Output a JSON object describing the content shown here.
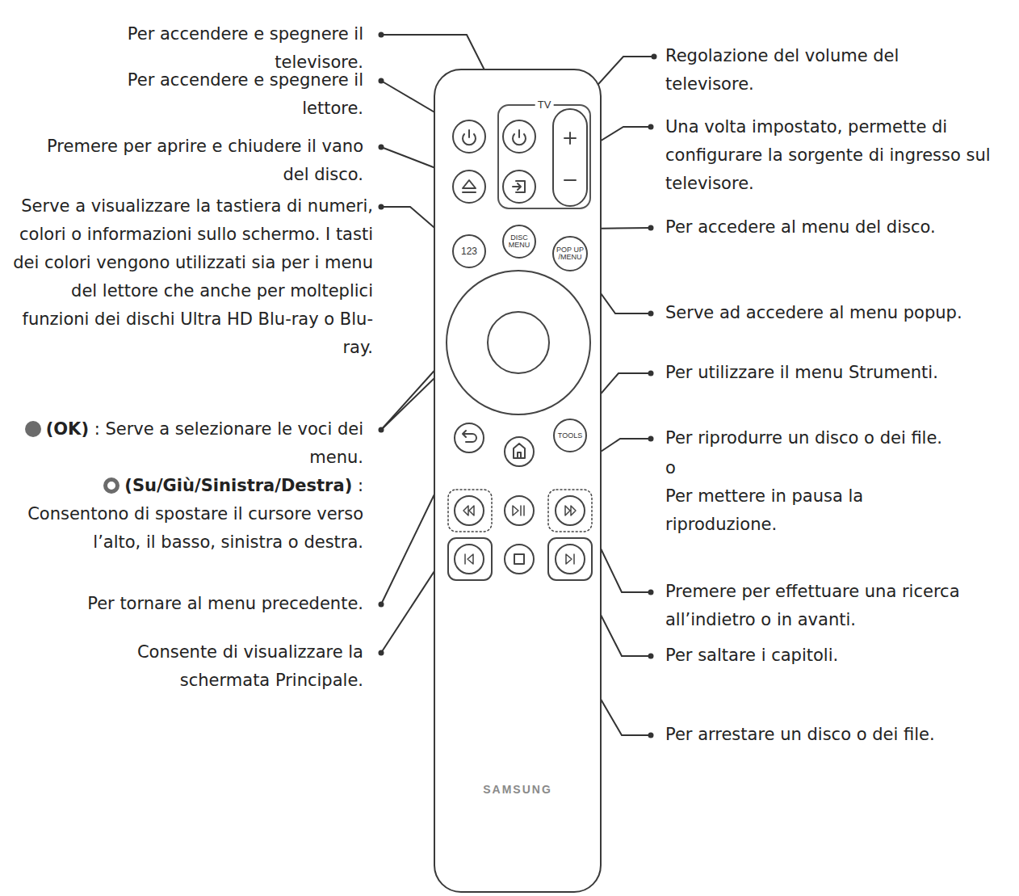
{
  "diagram": {
    "nodes": [
      {
        "text": [
          "SAMSUNG"
        ]
      },
      {
        "text": [
          "TV"
        ],
        "in": 0
      },
      {
        "text": [
          "123"
        ],
        "in": 0
      },
      {
        "text": [
          "DISC MENU"
        ],
        "in": 0
      },
      {
        "text": [
          "POP UP /MENU"
        ],
        "in": 0
      },
      {
        "text": [
          "TOOLS"
        ],
        "in": 0
      }
    ],
    "labels": [
      "Per accendere e spegnere il televisore.",
      "Per accendere e spegnere il lettore.",
      "Premere per aprire e chiudere il vano del disco.",
      "Serve a visualizzare la tastiera di numeri, colori o informazioni sullo schermo. I tasti dei colori vengono utilizzati sia per i menu del lettore che anche per molteplici funzioni dei dischi Ultra HD Blu-ray o Blu-ray.",
      "(OK)",
      ": Serve a selezionare le voci dei menu.",
      "(Su/Giù/Sinistra/Destra)",
      ": Consentono di spostare il cursore verso l’alto, il basso, sinistra o destra.",
      "Per tornare al menu precedente.",
      "Consente di visualizzare la schermata Principale.",
      "Regolazione del volume del televisore.",
      "Una volta impostato, permette di configurare la sorgente di ingresso sul televisore.",
      "Per accedere al menu del disco.",
      "Serve ad accedere al menu popup.",
      "Per utilizzare il menu Strumenti.",
      "Per riprodurre un disco o dei file.",
      "o",
      "Per mettere in pausa la riproduzione.",
      "Premere per effettuare una ricerca all’indietro o in avanti.",
      "Per saltare i capitoli.",
      "Per arrestare un disco o dei file."
    ]
  }
}
